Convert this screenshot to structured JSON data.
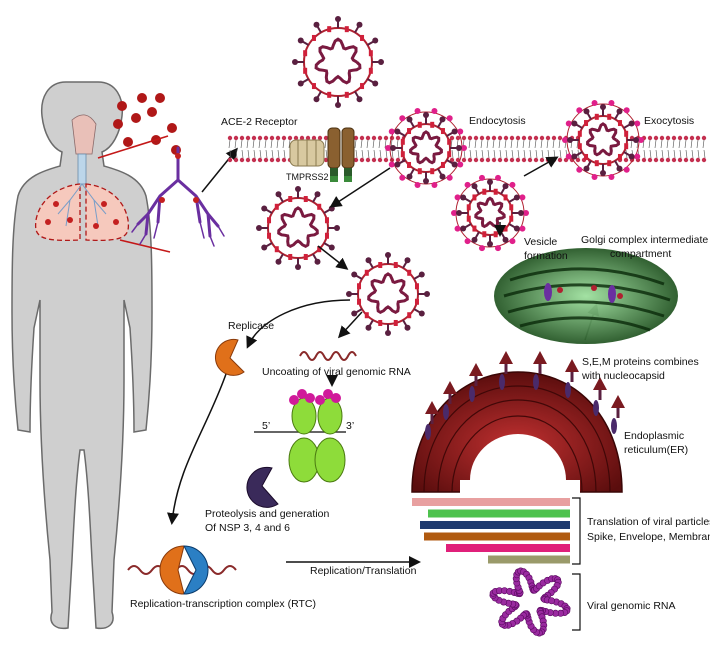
{
  "labels": {
    "ace2": "ACE-2 Receptor",
    "endocytosis": "Endocytosis",
    "exocytosis": "Exocytosis",
    "tmprss2": "TMPRSS2",
    "vesicle_line1": "Vesicle",
    "vesicle_line2": "formation",
    "golgi_line1": "Golgi complex intermediate",
    "golgi_line2": "compartment",
    "replicase": "Replicase",
    "uncoating": "Uncoating of viral genomic RNA",
    "sem_line1": "S,E,M proteins combines",
    "sem_line2": "with nucleocapsid",
    "five_prime": "5’",
    "three_prime": "3’",
    "er_line1": "Endoplasmic",
    "er_line2": "reticulum(ER)",
    "proteolysis_line1": "Proteolysis and generation",
    "proteolysis_line2": "Of NSP 3, 4 and 6",
    "translation_line1": "Translation of viral particles",
    "translation_line2": "Spike, Envelope, Membrane",
    "replication": "Replication/Translation",
    "rtc": "Replication-transcription complex (RTC)",
    "genomic_rna": "Viral genomic RNA"
  },
  "colors": {
    "body_skin": "#cfcfcf",
    "lung": "#f6c9bd",
    "bronchi": "#6a2fa0",
    "virion_ring": "#b02030",
    "virion_rna": "#7a1a40",
    "spike": "#5a2040",
    "membrane_head": "#c43050",
    "replicase": "#e0701a",
    "rtc_blue": "#2b7fc4",
    "golgi": "#2a8a2a",
    "er": "#8a1a1a",
    "bars": [
      "#e8a0a0",
      "#4ec24e",
      "#1f3a6e",
      "#b05a10",
      "#e0207a",
      "#9a9a6a"
    ]
  }
}
